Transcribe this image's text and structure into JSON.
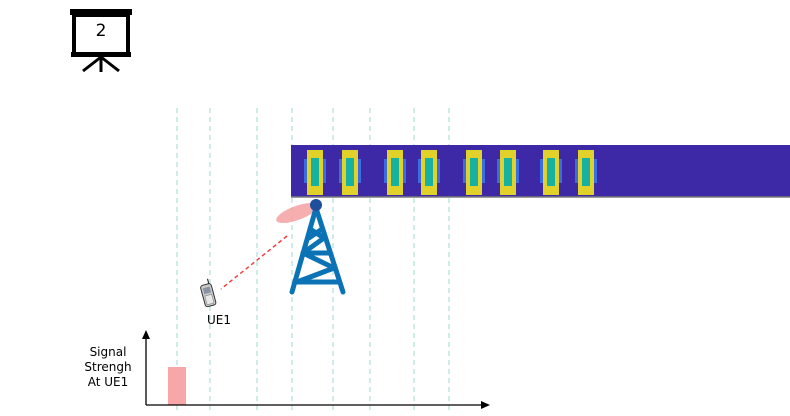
{
  "slide": {
    "number": "2",
    "icon": "presentation-board-icon"
  },
  "diagram": {
    "ue_label": "UE1",
    "y_axis_label_lines": [
      "Signal",
      "Strengh",
      "At UE1"
    ],
    "colors": {
      "track": "#3d28a6",
      "coil_outer": "#e1d12b",
      "coil_inner": "#17b1a2",
      "coil_side": "#3a6ee0",
      "tower": "#0b73b5",
      "beam": "#f27c7c",
      "gridline": "#9fd8d6",
      "signal_bar": "#f7a7a7"
    }
  }
}
